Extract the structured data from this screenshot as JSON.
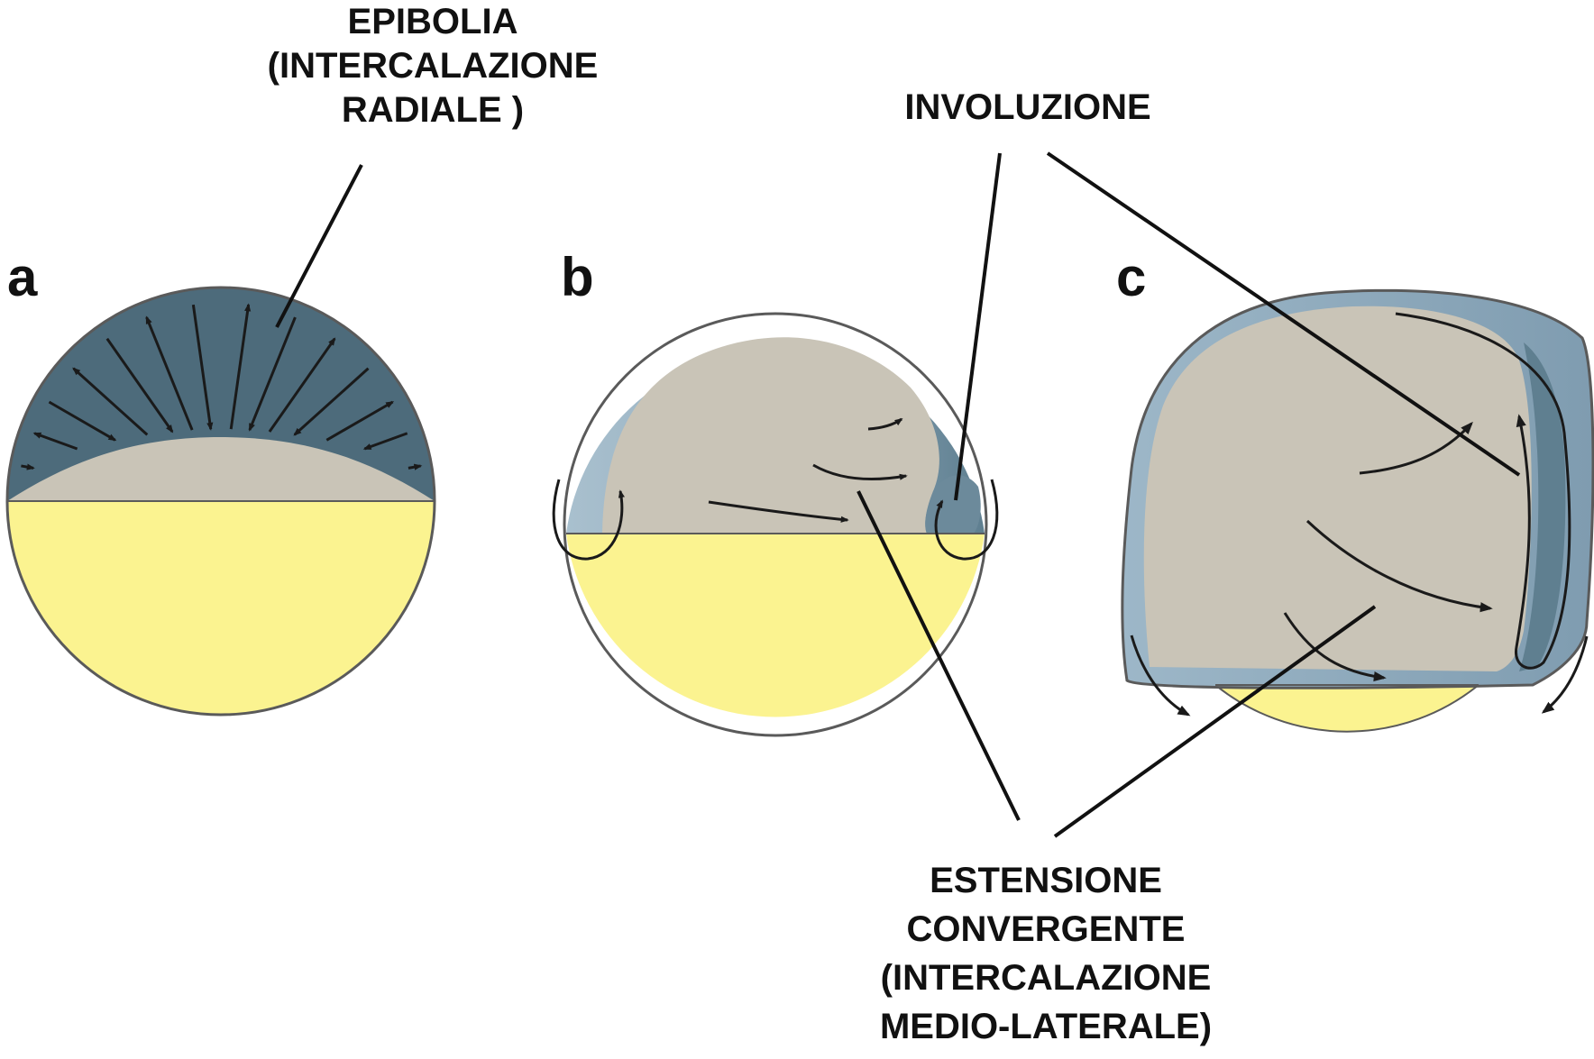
{
  "labels": {
    "epibolia": [
      "EPIBOLIA",
      "(INTERCALAZIONE",
      "RADIALE )"
    ],
    "involuzione": "INVOLUZIONE",
    "estensione": [
      "ESTENSIONE",
      "CONVERGENTE",
      "(INTERCALAZIONE",
      "MEDIO-LATERALE)"
    ]
  },
  "panels": [
    "a",
    "b",
    "c"
  ],
  "colors": {
    "yolk": "#fbf390",
    "cells": "#c9c4b7",
    "dark_layer": "#4d6b7b",
    "light_layer": "#94afc1",
    "outline": "#5a5a5a",
    "arrow": "#1a1a1a",
    "leader_line": "#111111"
  }
}
